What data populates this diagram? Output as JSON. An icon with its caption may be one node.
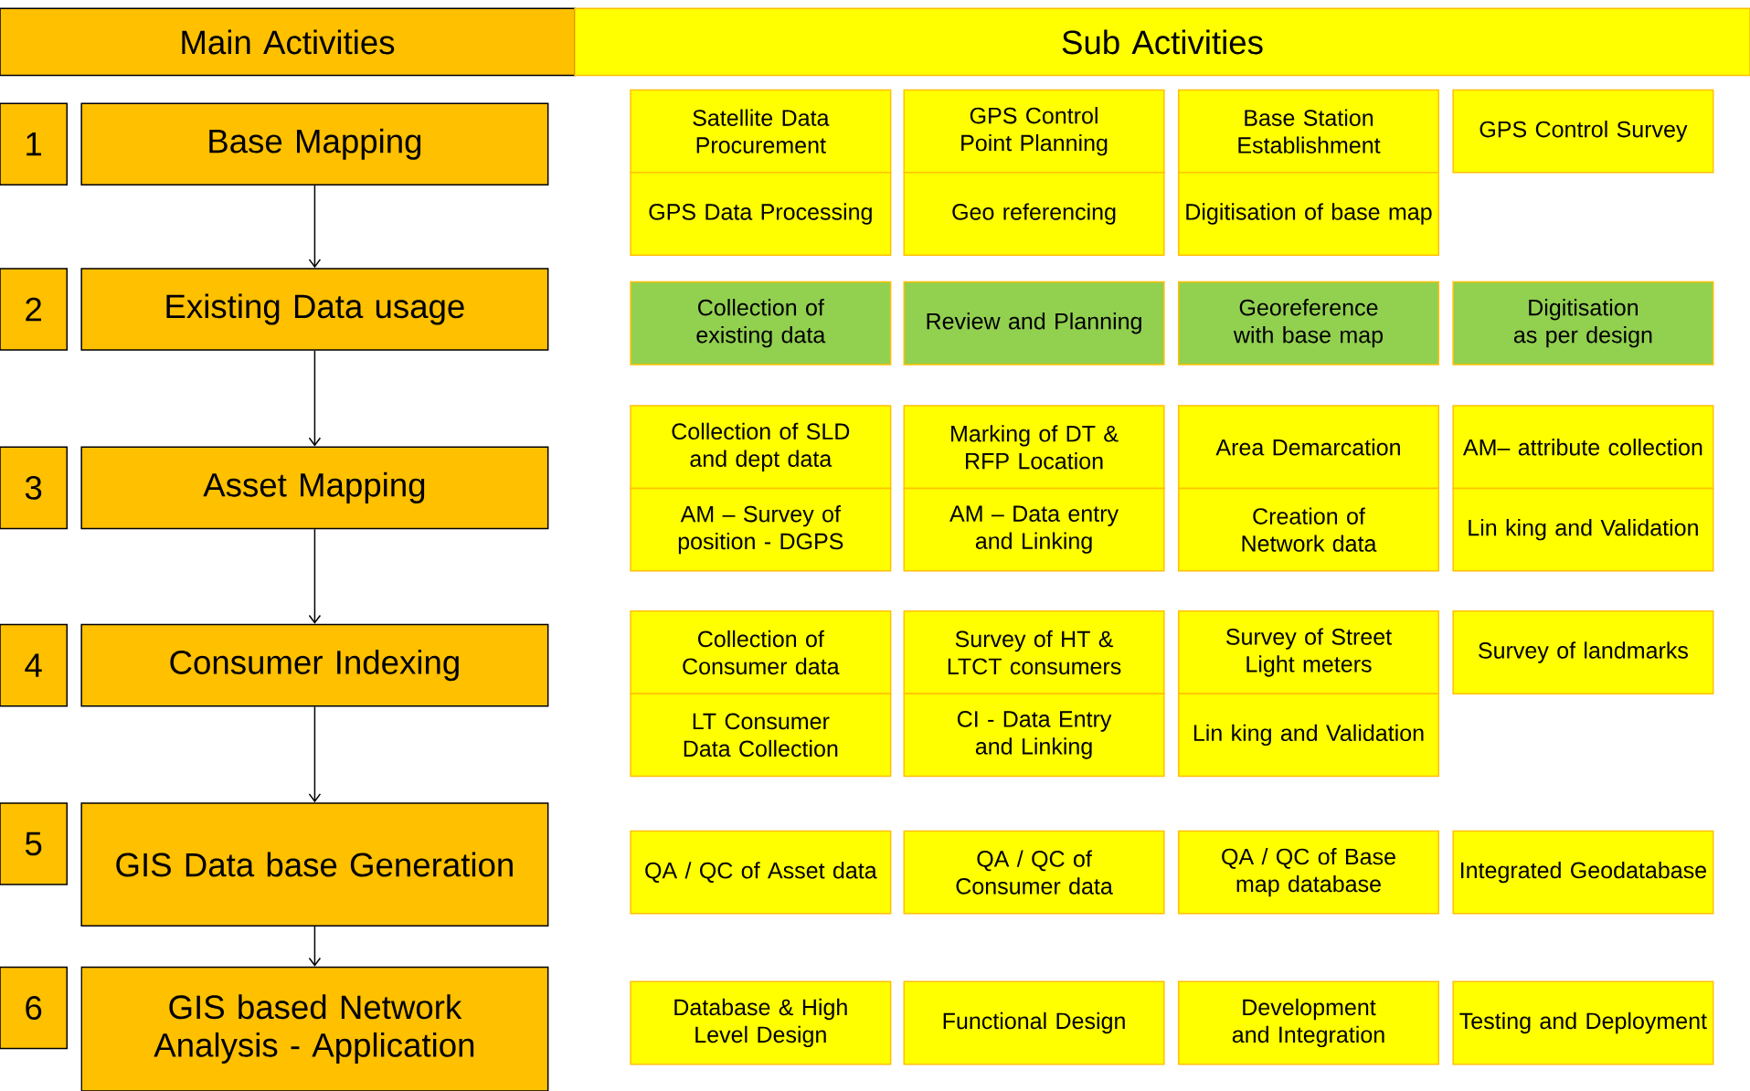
{
  "diagram": {
    "nodes": [
      {
        "text": [
          "Main Activities"
        ]
      },
      {
        "text": [
          "Sub Activities"
        ]
      },
      {
        "text": [
          "1"
        ]
      },
      {
        "text": [
          "Base Mapping"
        ]
      },
      {
        "text": [
          "Satellite Data Procurement"
        ]
      },
      {
        "text": [
          "GPS Control Point Planning"
        ]
      },
      {
        "text": [
          "Base Station Establishment"
        ]
      },
      {
        "text": [
          "GPS Control Survey"
        ]
      },
      {
        "text": [
          "GPS Data Processing"
        ]
      },
      {
        "text": [
          "Geo referencing"
        ]
      },
      {
        "text": [
          "Digitisation of base map"
        ]
      },
      {
        "text": [
          "2"
        ]
      },
      {
        "text": [
          "Existing Data usage"
        ]
      },
      {
        "text": [
          "Collection of existing data"
        ]
      },
      {
        "text": [
          "Review and Planning"
        ]
      },
      {
        "text": [
          "Georeference with base map"
        ]
      },
      {
        "text": [
          "Digitisation as per design"
        ]
      },
      {
        "text": [
          "3"
        ]
      },
      {
        "text": [
          "Asset Mapping"
        ]
      },
      {
        "text": [
          "Collection of SLD and dept data"
        ]
      },
      {
        "text": [
          "Marking of DT & RFP Location"
        ]
      },
      {
        "text": [
          "Area Demarcation"
        ]
      },
      {
        "text": [
          "AM– attribute collection"
        ]
      },
      {
        "text": [
          "AM – Survey of position - DGPS"
        ]
      },
      {
        "text": [
          "AM – Data entry and Linking"
        ]
      },
      {
        "text": [
          "Creation of Network data"
        ]
      },
      {
        "text": [
          "Lin king and Validation"
        ]
      },
      {
        "text": [
          "4"
        ]
      },
      {
        "text": [
          "Consumer Indexing"
        ]
      },
      {
        "text": [
          "Collection of Consumer data"
        ]
      },
      {
        "text": [
          "Survey of HT & LTCT consumers"
        ]
      },
      {
        "text": [
          "Survey of Street Light meters"
        ]
      },
      {
        "text": [
          "Survey of landmarks"
        ]
      },
      {
        "text": [
          "LT Consumer Data Collection"
        ]
      },
      {
        "text": [
          "CI - Data Entry and Linking"
        ]
      },
      {
        "text": [
          "Lin king and Validation"
        ]
      },
      {
        "text": [
          "5"
        ]
      },
      {
        "text": [
          "GIS Data base Generation"
        ]
      },
      {
        "text": [
          "QA / QC of Asset data"
        ]
      },
      {
        "text": [
          "QA / QC of Consumer data"
        ]
      },
      {
        "text": [
          "QA / QC of Base map database"
        ]
      },
      {
        "text": [
          "Integrated Geodatabase"
        ]
      },
      {
        "text": [
          "6"
        ]
      },
      {
        "text": [
          "GIS based Network Analysis - Application"
        ]
      },
      {
        "text": [
          "Database & High Level Design"
        ]
      },
      {
        "text": [
          "Functional Design"
        ]
      },
      {
        "text": [
          "Development and Integration"
        ]
      },
      {
        "text": [
          "Testing and Deployment"
        ]
      }
    ],
    "edges": [
      {
        "from": 3,
        "to": 12,
        "arrow": "to"
      },
      {
        "from": 12,
        "to": 18,
        "arrow": "to"
      },
      {
        "from": 18,
        "to": 28,
        "arrow": "to"
      },
      {
        "from": 28,
        "to": 37,
        "arrow": "to"
      },
      {
        "from": 37,
        "to": 43,
        "arrow": "to"
      }
    ]
  }
}
